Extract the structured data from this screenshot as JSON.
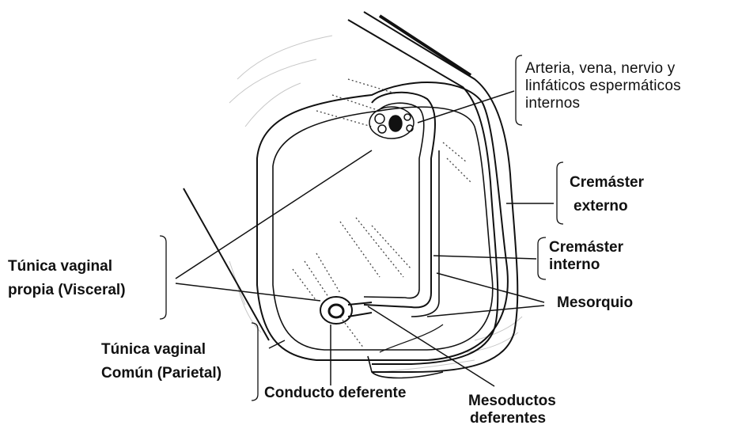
{
  "colors": {
    "ink": "#111111",
    "shade": "#9a9a9a",
    "background": "#ffffff"
  },
  "labels": {
    "arteria": [
      "Arteria, vena, nervio y",
      "linfáticos espermáticos",
      "internos"
    ],
    "cremaster_externo": [
      "Cremáster",
      "externo"
    ],
    "cremaster_interno": [
      "Cremáster",
      "interno"
    ],
    "mesorquio": "Mesorquio",
    "tunica_propia": [
      "Túnica vaginal",
      "propia (Visceral)"
    ],
    "tunica_comun": [
      "Túnica vaginal",
      "Común (Parietal)"
    ],
    "conducto_deferente": "Conducto deferente",
    "mesoductos": [
      "Mesoductos",
      "deferentes"
    ]
  }
}
